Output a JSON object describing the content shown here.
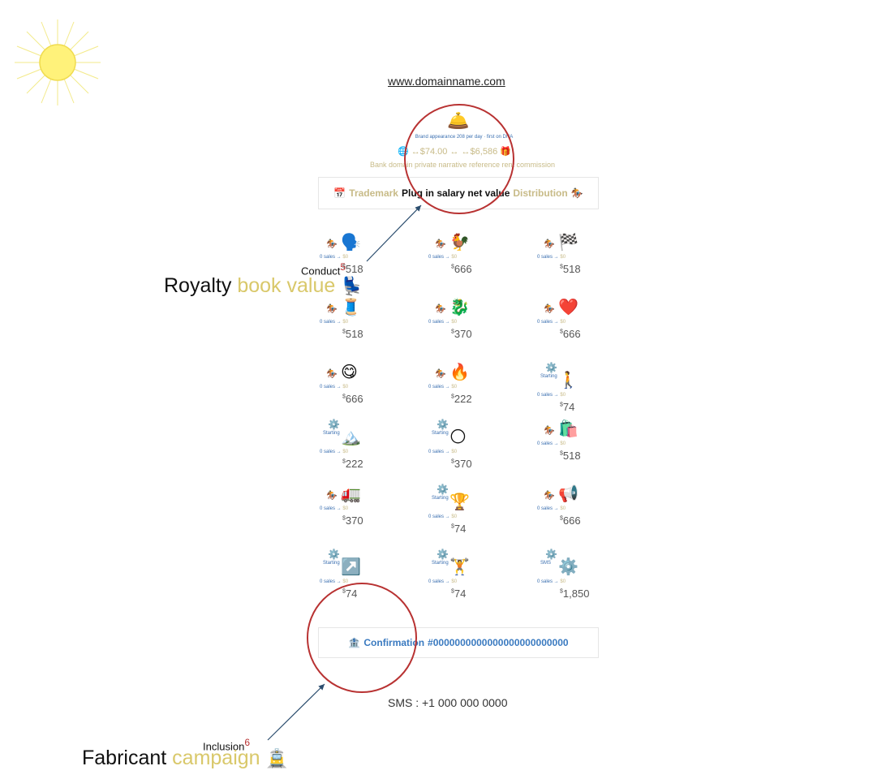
{
  "header": {
    "domain": "www.domainname.com",
    "tagline": "Brand appearance 208 per day · first on DNA",
    "range_low": "↔$74.00",
    "range_sep": "↔",
    "range_high": "↔$6,586",
    "subtitle": "Bank domain private narrative reference rent commission"
  },
  "banner": {
    "left": "Trademark",
    "middle": "Plug in salary net value",
    "right": "Distribution"
  },
  "cells": [
    {
      "icon": "🗣️",
      "sales": "0 sales",
      "zero": "$0",
      "price": "518",
      "starting": ""
    },
    {
      "icon": "🐓",
      "sales": "0 sales",
      "zero": "$0",
      "price": "666",
      "starting": ""
    },
    {
      "icon": "🏁",
      "sales": "0 sales",
      "zero": "$0",
      "price": "518",
      "starting": ""
    },
    {
      "icon": "🧵",
      "sales": "0 sales",
      "zero": "$0",
      "price": "518",
      "starting": ""
    },
    {
      "icon": "🐉",
      "sales": "0 sales",
      "zero": "$0",
      "price": "370",
      "starting": ""
    },
    {
      "icon": "❤️",
      "sales": "0 sales",
      "zero": "$0",
      "price": "666",
      "starting": ""
    },
    {
      "icon": "😋",
      "sales": "0 sales",
      "zero": "$0",
      "price": "666",
      "starting": ""
    },
    {
      "icon": "🔥",
      "sales": "0 sales",
      "zero": "$0",
      "price": "222",
      "starting": ""
    },
    {
      "icon": "🚶",
      "sales": "0 sales",
      "zero": "$0",
      "price": "74",
      "starting": "Starting"
    },
    {
      "icon": "🏔️",
      "sales": "0 sales",
      "zero": "$0",
      "price": "222",
      "starting": "Starting"
    },
    {
      "icon": "🌕",
      "sales": "0 sales",
      "zero": "$0",
      "price": "370",
      "starting": "Starting"
    },
    {
      "icon": "🛍️",
      "sales": "0 sales",
      "zero": "$0",
      "price": "518",
      "starting": ""
    },
    {
      "icon": "🚛",
      "sales": "0 sales",
      "zero": "$0",
      "price": "370",
      "starting": ""
    },
    {
      "icon": "🏆",
      "sales": "0 sales",
      "zero": "$0",
      "price": "74",
      "starting": "Starting"
    },
    {
      "icon": "📢",
      "sales": "0 sales",
      "zero": "$0",
      "price": "666",
      "starting": ""
    },
    {
      "icon": "↗️",
      "sales": "0 sales",
      "zero": "$0",
      "price": "74",
      "starting": "Starting"
    },
    {
      "icon": "🏋️",
      "sales": "0 sales",
      "zero": "$0",
      "price": "74",
      "starting": "Starting"
    },
    {
      "icon": "⚙️",
      "sales": "0 sales",
      "zero": "$0",
      "price": "1,850",
      "starting": "SMS"
    }
  ],
  "confirmation": {
    "label": "Confirmation",
    "number": "#0000000000000000000000000"
  },
  "sms": "SMS : +1 000 000 0000",
  "annotations": {
    "top_small": "Conduct",
    "top_num": "5",
    "top_big_black": "Royalty",
    "top_big_gold": "book value",
    "bottom_small": "Inclusion",
    "bottom_num": "6",
    "bottom_big_black": "Fabricant",
    "bottom_big_gold": "campaign"
  },
  "colors": {
    "circle": "#b83232",
    "gold": "#d9c86a",
    "blue": "#3a6fb0"
  }
}
